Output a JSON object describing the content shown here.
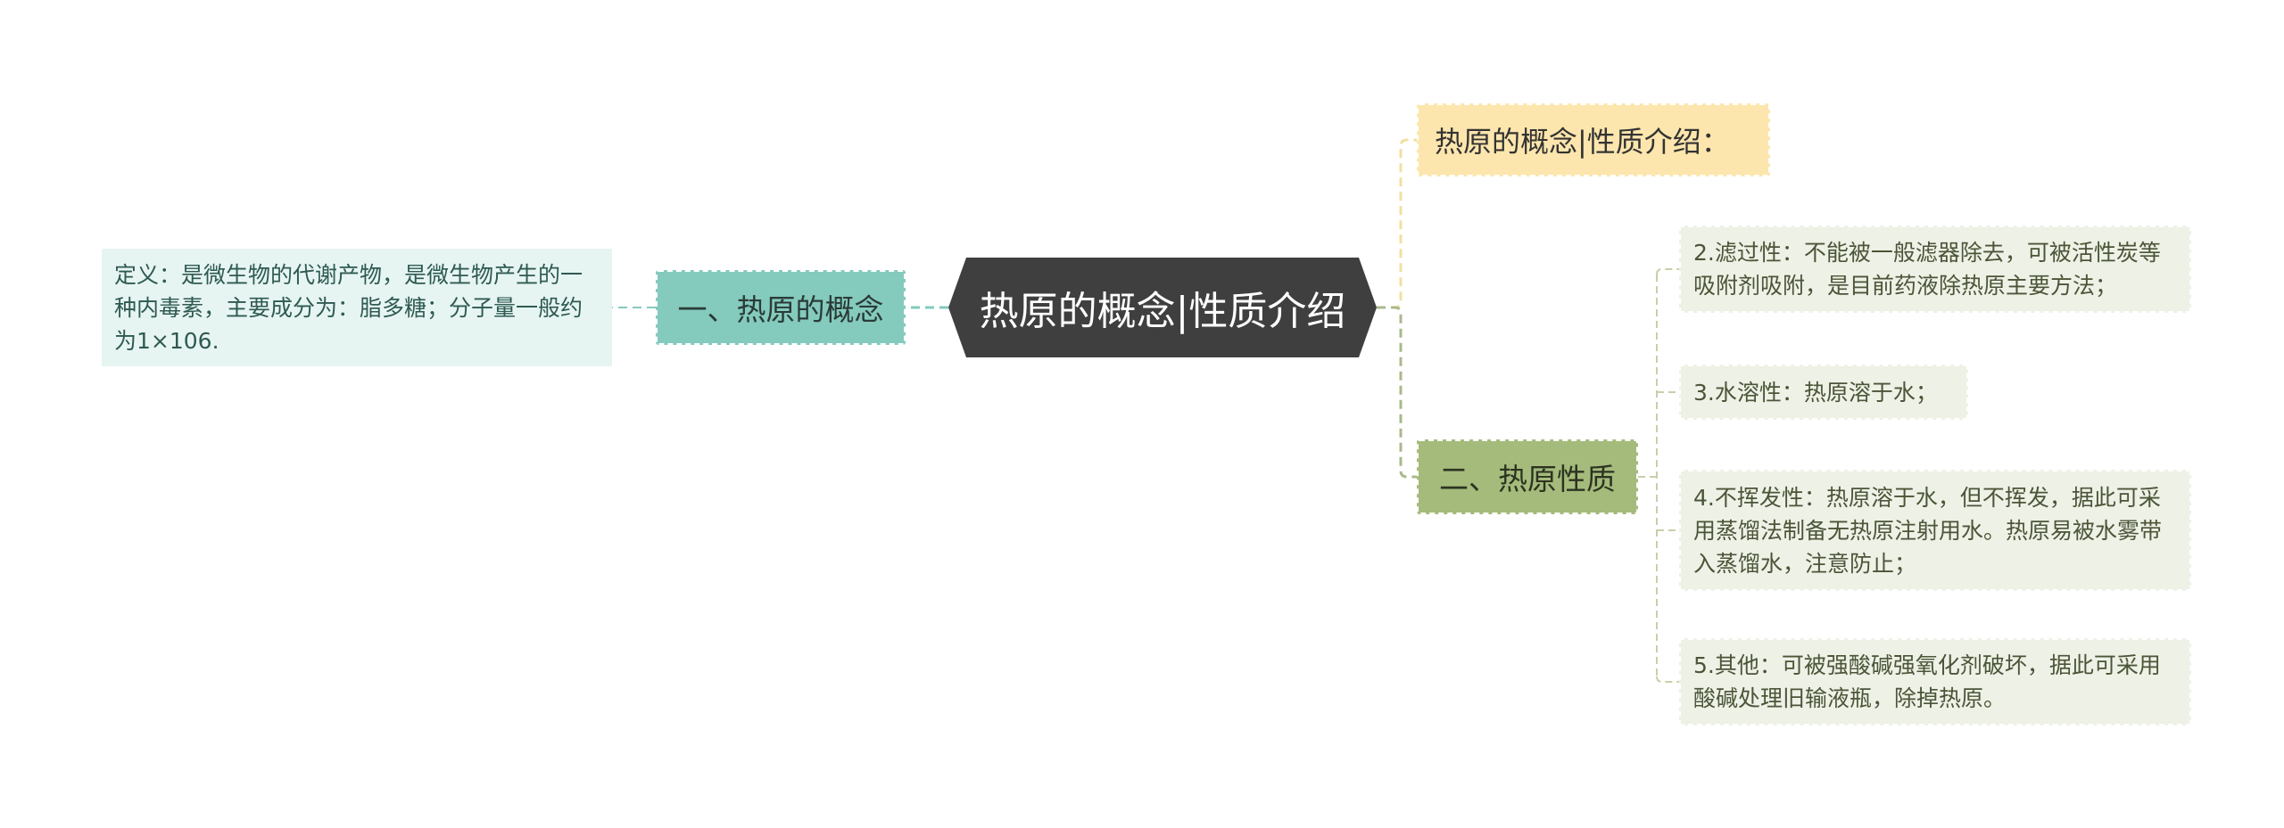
{
  "mindmap": {
    "root": {
      "label": "热原的概念|性质介绍"
    },
    "left_branch": {
      "label": "一、热原的概念",
      "leaf": {
        "text": "定义：是微生物的代谢产物，是微生物产生的一种内毒素，主要成分为：脂多糖；分子量一般约为1×106."
      }
    },
    "right_title": {
      "label": "热原的概念|性质介绍："
    },
    "right_branch": {
      "label": "二、热原性质",
      "leaves": [
        {
          "text": "2.滤过性：不能被一般滤器除去，可被活性炭等吸附剂吸附，是目前药液除热原主要方法；"
        },
        {
          "text": "3.水溶性：热原溶于水；"
        },
        {
          "text": "4.不挥发性：热原溶于水，但不挥发，据此可采用蒸馏法制备无热原注射用水。热原易被水雾带入蒸馏水，注意防止；"
        },
        {
          "text": "5.其他：可被强酸碱强氧化剂破坏，据此可采用酸碱处理旧输液瓶，除掉热原。"
        }
      ]
    }
  },
  "colors": {
    "root_fill": "#3f3f3f",
    "teal_branch": "#84cabd",
    "teal_leaf": "#e7f5f2",
    "yellow_branch": "#fde6ad",
    "green_branch": "#a4bb7b",
    "green_leaf": "#eef1e6",
    "teal_line": "#84cabd",
    "yellow_line": "#f2dfa0",
    "green_line": "#a9b98a"
  }
}
